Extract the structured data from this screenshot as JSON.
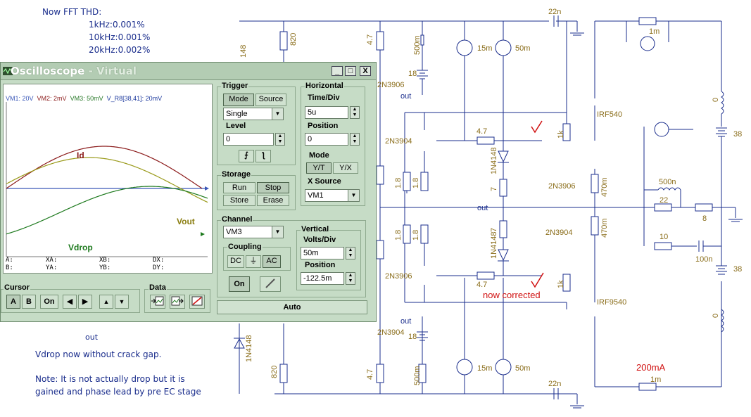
{
  "notes": {
    "fft_title": "Now FFT THD:",
    "thd_1k": "1kHz:0.001%",
    "thd_10k": "10kHz:0.001%",
    "thd_20k": "20kHz:0.002%",
    "vdrop_note": "Vdrop now without crack gap.",
    "note_line1": "Note: It is not actually drop but it is",
    "note_line2": "gained and phase lead by pre EC stage",
    "out_label": "out"
  },
  "schematic": {
    "labels": {
      "c22n_top": "22n",
      "c22n_bot": "22n",
      "r820_top": "820",
      "r820_bot": "820",
      "r4_7_a": "4.7",
      "r4_7_b": "4.7",
      "r4_7_c": "4.7",
      "r4_7_d": "4.7",
      "r500m_top": "500m",
      "r500m_bot": "500m",
      "bat18_top": "18",
      "bat18_bot": "18",
      "i15m_top": "15m",
      "i50m_top": "50m",
      "i15m_bot": "15m",
      "i50m_bot": "50m",
      "q2n3906_top": "2N3906",
      "q2n3906_mid": "2N3906",
      "q2n3904_mid": "2N3904",
      "q2n3904_bot": "2N3904",
      "q2n3904_l1": "2N3904",
      "q2n3906_l2": "2N3906",
      "out_top": "out",
      "out_mid": "out",
      "out_bot": "out",
      "r1k_a": "1k",
      "r1k_b": "1k",
      "irf540": "IRF540",
      "irf9540": "IRF9540",
      "r470m_a": "470m",
      "r470m_b": "470m",
      "d1n4148_a": "1N4148",
      "d1n4148_b": "1N4148",
      "d1n4148_c": "1N4148",
      "r7_a": "7",
      "r7_b": "7",
      "r1_8_a": "1.8",
      "r1_8_b": "1.8",
      "r1_8_c": "1.8",
      "r1_8_d": "1.8",
      "r1m_top": "1m",
      "r1m_bot": "1m",
      "l0_top": "0",
      "l0_bot": "0",
      "bat38_top": "38",
      "bat38_bot": "38",
      "l500n": "500n",
      "r22": "22",
      "r8": "8",
      "r10": "10",
      "c100n": "100n",
      "i200ma": "200mA",
      "now_corrected": "now corrected",
      "r148": "148"
    }
  },
  "oscilloscope": {
    "title_main": "Oscilloscope",
    "title_sub": "- Virtual",
    "window_buttons": {
      "minimize": "_",
      "maximize": "□",
      "close": "X"
    },
    "channels_header": [
      {
        "text": "VM1: 20V",
        "color": "#3a57b8"
      },
      {
        "text": "VM2: 2mV",
        "color": "#8b1a1a"
      },
      {
        "text": "VM3: 50mV",
        "color": "#2a7a2a"
      },
      {
        "text": "V_R8[38,41]: 20mV",
        "color": "#1e3a9e"
      }
    ],
    "trace_labels": {
      "id": "Id",
      "vout": "Vout",
      "vdrop": "Vdrop"
    },
    "cursor_readout": [
      "A:",
      "XA:",
      "XB:",
      "DX:",
      "B:",
      "YA:",
      "YB:",
      "DY:"
    ],
    "trigger": {
      "title": "Trigger",
      "mode": "Mode",
      "source": "Source",
      "select": "Single",
      "level_label": "Level",
      "level_value": "0"
    },
    "horizontal": {
      "title": "Horizontal",
      "timediv_label": "Time/Div",
      "timediv_value": "5u",
      "position_label": "Position",
      "position_value": "0",
      "mode_label": "Mode",
      "yt": "Y/T",
      "yx": "Y/X",
      "xsource_label": "X Source",
      "xsource_value": "VM1"
    },
    "storage": {
      "title": "Storage",
      "run": "Run",
      "stop": "Stop",
      "store": "Store",
      "erase": "Erase"
    },
    "channel": {
      "title": "Channel",
      "value": "VM3",
      "coupling_label": "Coupling",
      "dc": "DC",
      "gnd": "⏚",
      "ac": "AC",
      "on": "On"
    },
    "vertical": {
      "title": "Vertical",
      "voltsdiv_label": "Volts/Div",
      "voltsdiv_value": "50m",
      "position_label": "Position",
      "position_value": "-122.5m"
    },
    "cursor": {
      "title": "Cursor",
      "a": "A",
      "b": "B",
      "on": "On"
    },
    "data": {
      "title": "Data"
    },
    "auto": "Auto",
    "colors": {
      "id": "#8b1a1a",
      "vout": "#9a9a1a",
      "vdrop": "#1e7a1e",
      "vm1": "#3a57b8"
    }
  }
}
